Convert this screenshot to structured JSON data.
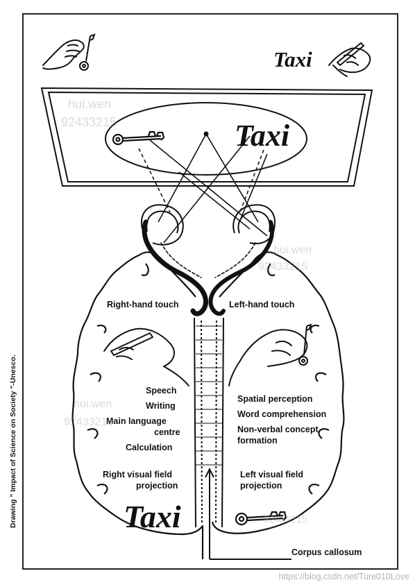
{
  "labels": {
    "right_hand_touch": "Right-hand touch",
    "left_hand_touch": "Left-hand touch",
    "speech": "Speech",
    "writing": "Writing",
    "main_language_centre_1": "Main language",
    "main_language_centre_2": "centre",
    "calculation": "Calculation",
    "right_visual_1": "Right visual field",
    "right_visual_2": "projection",
    "spatial": "Spatial perception",
    "word": "Word comprehension",
    "nonverbal_1": "Non-verbal concept",
    "nonverbal_2": "formation",
    "left_visual_1": "Left visual field",
    "left_visual_2": "projection",
    "corpus": "Corpus callosum"
  },
  "words": {
    "taxi_top": "Taxi",
    "taxi_screen": "Taxi",
    "taxi_bottom": "Taxi"
  },
  "credit": "Drawing \" Impact of Science on Society \"-Unesco.",
  "watermark": {
    "name": "hui.wen",
    "number": "92433215"
  },
  "footer_url": "https://blog.csdn.net/Ture010Love",
  "icons": [
    "key-icon",
    "hand-icon",
    "pen-icon",
    "brain-icon"
  ]
}
